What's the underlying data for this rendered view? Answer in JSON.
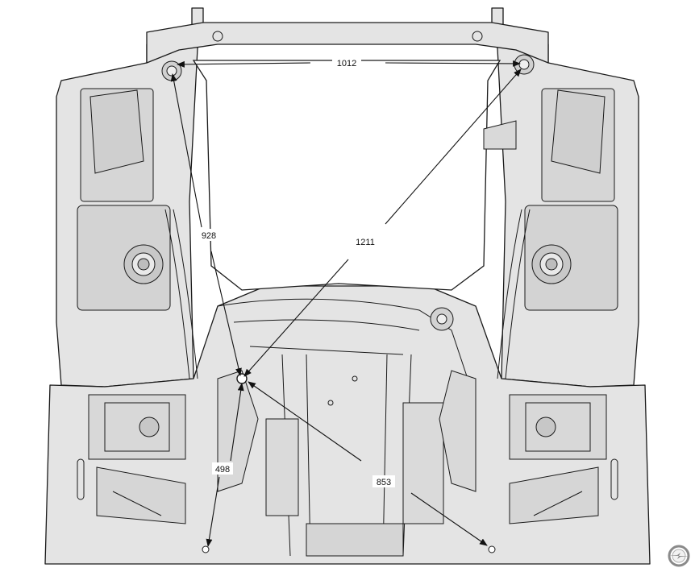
{
  "diagram": {
    "colors": {
      "panel_fill": "#e4e4e4",
      "panel_dark": "#cfcfcf",
      "line": "#1a1a1a",
      "background": "#ffffff",
      "logo_ring": "#8a8a8a"
    },
    "dimensions": [
      {
        "id": "1012",
        "label": "1012"
      },
      {
        "id": "928",
        "label": "928"
      },
      {
        "id": "1211",
        "label": "1211"
      },
      {
        "id": "498",
        "label": "498"
      },
      {
        "id": "853",
        "label": "853"
      }
    ],
    "icons": {
      "logo": "brand-logo-icon"
    }
  }
}
